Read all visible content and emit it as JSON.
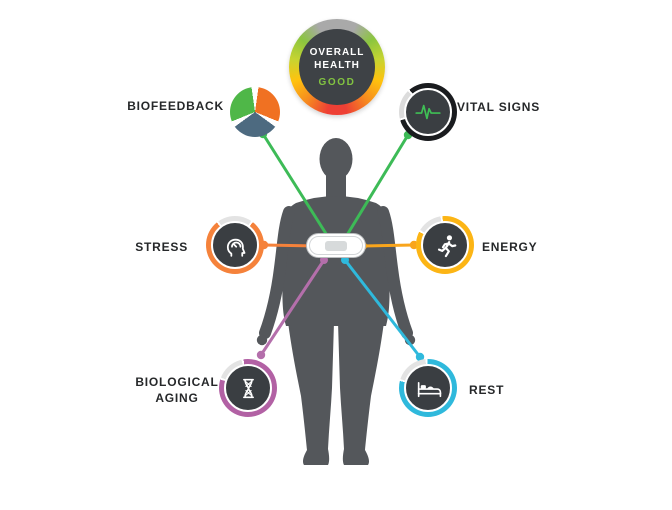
{
  "overall_health": {
    "title_line1": "OVERALL",
    "title_line2": "HEALTH",
    "status": "GOOD",
    "ring_gradient": [
      "#a9a9a9",
      "#8bc53f",
      "#ffc20e",
      "#f68b1f",
      "#ee4035"
    ],
    "center_color": "#3e4246",
    "status_color": "#82c341"
  },
  "metrics": [
    {
      "id": "biofeedback",
      "label": "BIOFEEDBACK",
      "icon": "pie-chart-icon",
      "pie_colors": {
        "orange": "#f07122",
        "blue": "#4d6a80",
        "green": "#4fb748"
      },
      "connector_color": "#3dbb57"
    },
    {
      "id": "vital-signs",
      "label": "VITAL SIGNS",
      "icon": "ecg-icon",
      "ring_color": "#1a1c1f",
      "accent_color": "#3fbf55",
      "connector_color": "#3dbb57"
    },
    {
      "id": "stress",
      "label": "STRESS",
      "icon": "head-gauge-icon",
      "ring_color": "#f5823b",
      "connector_color": "#f5823b"
    },
    {
      "id": "energy",
      "label": "ENERGY",
      "icon": "runner-icon",
      "ring_color": "#fcb515",
      "connector_color": "#f9a51c"
    },
    {
      "id": "biological-aging",
      "label": "BIOLOGICAL AGING",
      "icon": "hourglass-icon",
      "ring_color": "#b261a4",
      "connector_color": "#b46fab"
    },
    {
      "id": "rest",
      "label": "REST",
      "icon": "bed-icon",
      "ring_color": "#2fb9dc",
      "connector_color": "#2fb9dc"
    }
  ],
  "body": {
    "silhouette_color": "#54575b",
    "ring_gap_color": "#e3e3e3",
    "icon_color": "#ffffff"
  }
}
